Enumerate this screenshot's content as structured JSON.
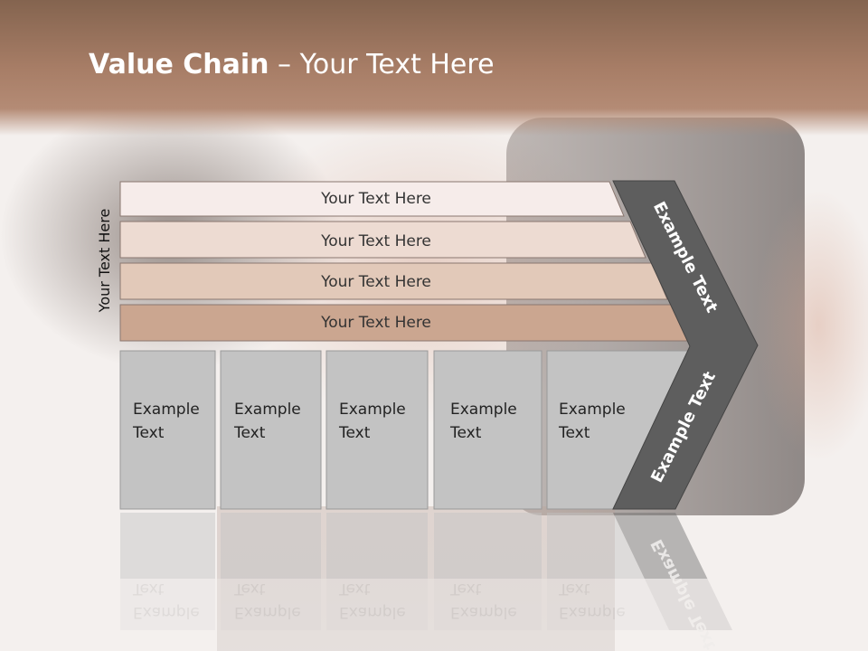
{
  "slide": {
    "title_bold": "Value Chain",
    "title_rest": " – Your Text Here",
    "side_label": "Your Text Here"
  },
  "bars": [
    {
      "label": "Your Text Here",
      "fill": "#f6ecea"
    },
    {
      "label": "Your Text Here",
      "fill": "#eddbd2"
    },
    {
      "label": "Your Text Here",
      "fill": "#e2c9b9"
    },
    {
      "label": "Your Text Here",
      "fill": "#cba690"
    }
  ],
  "boxes": [
    {
      "line1": "Example",
      "line2": "Text"
    },
    {
      "line1": "Example",
      "line2": "Text"
    },
    {
      "line1": "Example",
      "line2": "Text"
    },
    {
      "line1": "Example",
      "line2": "Text"
    },
    {
      "line1": "Example",
      "line2": "Text"
    }
  ],
  "chevron": {
    "upper_label": "Example Text",
    "lower_label": "Example Text",
    "fill": "#5e5e5e"
  },
  "colors": {
    "header": "#a77d66",
    "box_fill": "#c3c3c3",
    "box_stroke": "#9a9a9a"
  }
}
